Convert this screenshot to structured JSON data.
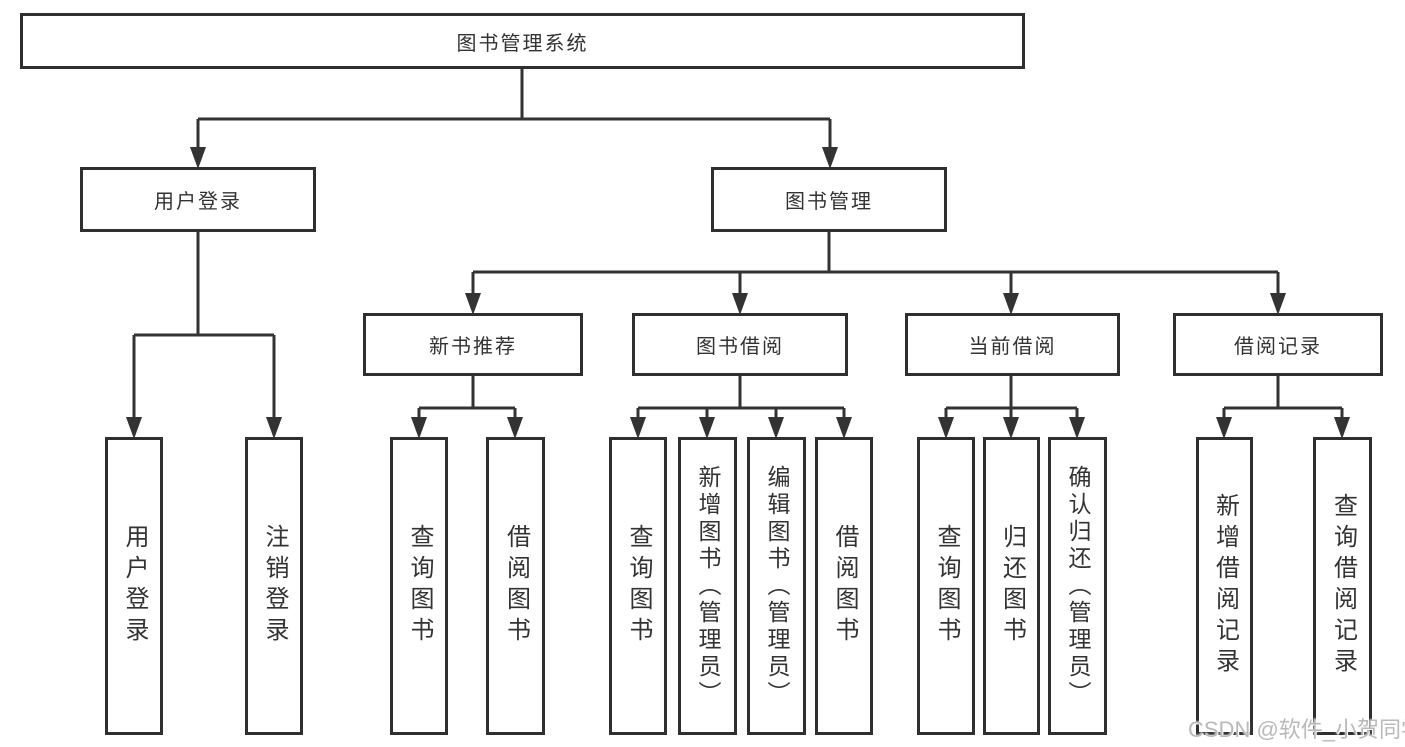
{
  "diagram": {
    "root": {
      "label": "图书管理系统"
    },
    "level2": [
      {
        "id": "user-login",
        "label": "用户登录"
      },
      {
        "id": "book-management",
        "label": "图书管理"
      }
    ],
    "level3": [
      {
        "id": "new-book-recommend",
        "label": "新书推荐",
        "parent": "图书管理"
      },
      {
        "id": "book-borrow",
        "label": "图书借阅",
        "parent": "图书管理"
      },
      {
        "id": "current-borrow",
        "label": "当前借阅",
        "parent": "图书管理"
      },
      {
        "id": "borrow-records",
        "label": "借阅记录",
        "parent": "图书管理"
      }
    ],
    "leaves": [
      {
        "label": "用户登录",
        "parent": "用户登录"
      },
      {
        "label": "注销登录",
        "parent": "用户登录"
      },
      {
        "label": "查询图书",
        "parent": "新书推荐"
      },
      {
        "label": "借阅图书",
        "parent": "新书推荐"
      },
      {
        "label": "查询图书",
        "parent": "图书借阅"
      },
      {
        "label": "新增图书（管理员）",
        "parent": "图书借阅"
      },
      {
        "label": "编辑图书（管理员）",
        "parent": "图书借阅"
      },
      {
        "label": "借阅图书",
        "parent": "图书借阅"
      },
      {
        "label": "查询图书",
        "parent": "当前借阅"
      },
      {
        "label": "归还图书",
        "parent": "当前借阅"
      },
      {
        "label": "确认归还（管理员）",
        "parent": "当前借阅"
      },
      {
        "label": "新增借阅记录",
        "parent": "借阅记录"
      },
      {
        "label": "查询借阅记录",
        "parent": "借阅记录"
      }
    ]
  },
  "watermark": "CSDN @软件_小贺同学",
  "colors": {
    "line": "#333333",
    "box_border": "#2f2f2f",
    "text": "#333333",
    "background": "#ffffff",
    "watermark": "#b9b9b9"
  }
}
